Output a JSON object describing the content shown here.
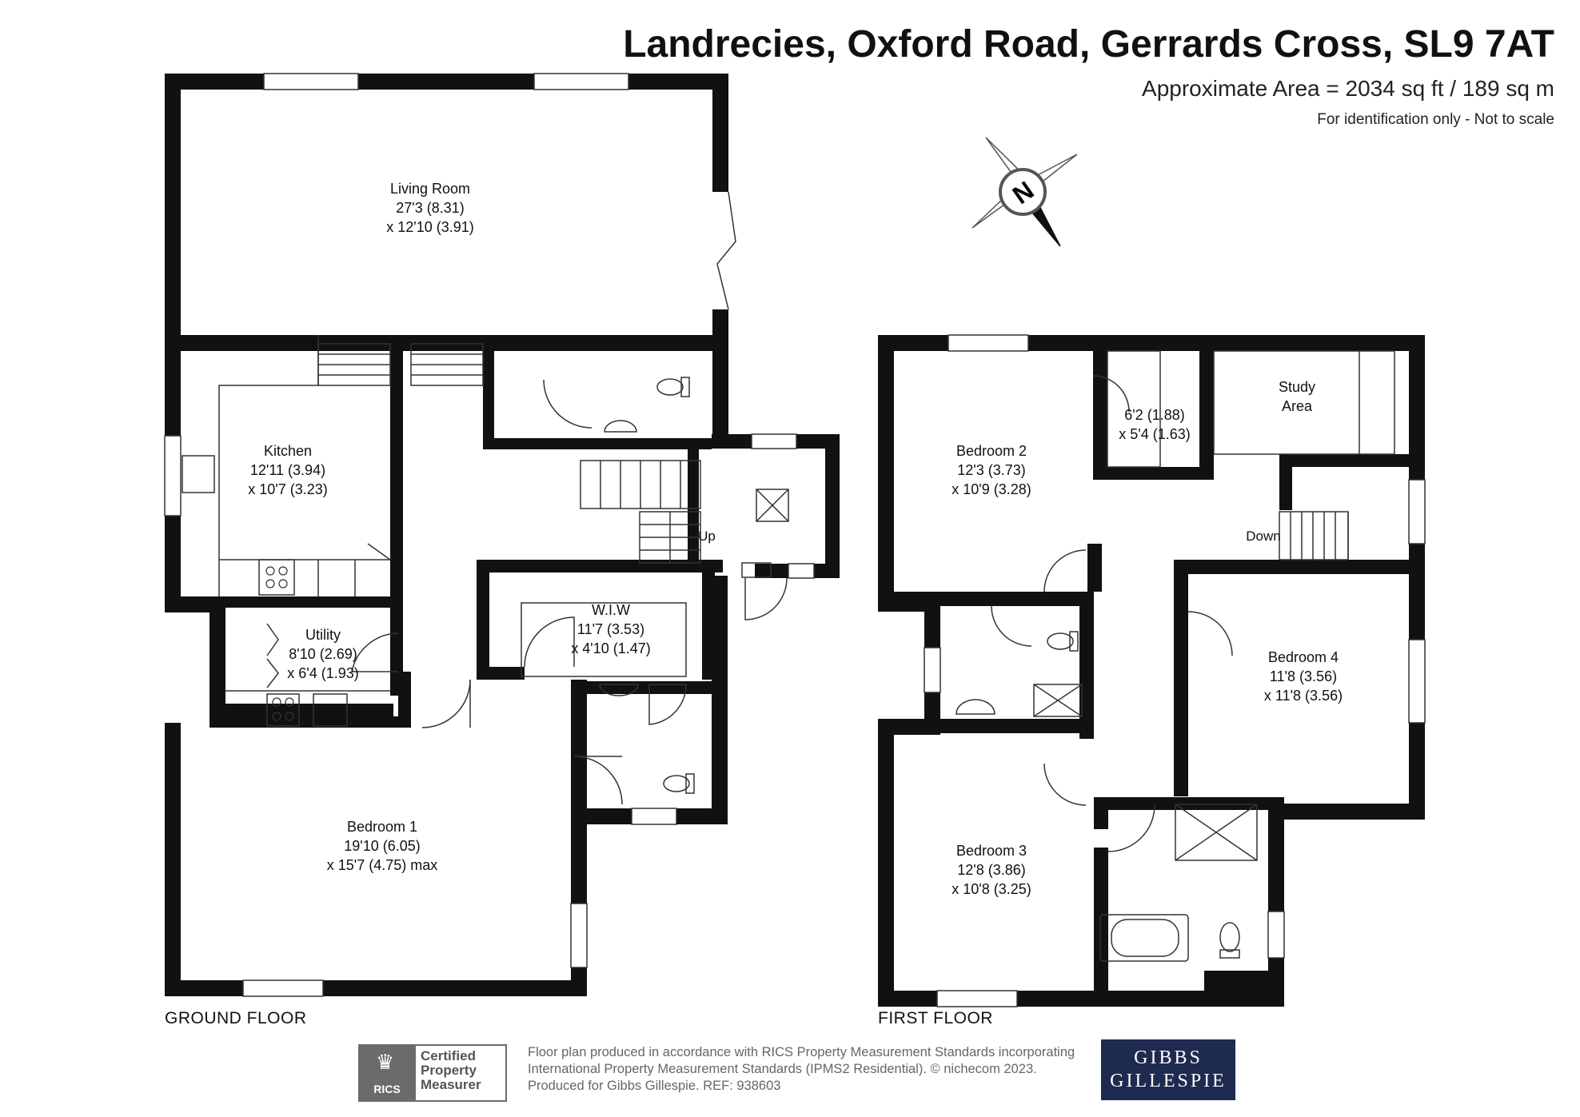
{
  "header": {
    "title": "Landrecies, Oxford Road, Gerrards Cross, SL9 7AT",
    "area": "Approximate Area = 2034 sq ft / 189 sq m",
    "disclaimer": "For identification only - Not to scale"
  },
  "compass": {
    "label": "N"
  },
  "ground_floor": {
    "label": "GROUND FLOOR",
    "rooms": {
      "living": {
        "name": "Living Room",
        "dim1": "27'3 (8.31)",
        "dim2": "x 12'10 (3.91)"
      },
      "kitchen": {
        "name": "Kitchen",
        "dim1": "12'11 (3.94)",
        "dim2": "x 10'7 (3.23)"
      },
      "utility": {
        "name": "Utility",
        "dim1": "8'10 (2.69)",
        "dim2": "x 6'4 (1.93)"
      },
      "wiw": {
        "name": "W.I.W",
        "dim1": "11'7 (3.53)",
        "dim2": "x 4'10 (1.47)"
      },
      "bedroom1": {
        "name": "Bedroom 1",
        "dim1": "19'10 (6.05)",
        "dim2": "x 15'7 (4.75) max"
      }
    },
    "stairs_label": "Up"
  },
  "first_floor": {
    "label": "FIRST FLOOR",
    "rooms": {
      "bedroom2": {
        "name": "Bedroom 2",
        "dim1": "12'3 (3.73)",
        "dim2": "x 10'9 (3.28)"
      },
      "small": {
        "dim1": "6'2 (1.88)",
        "dim2": "x 5'4 (1.63)"
      },
      "study": {
        "name1": "Study",
        "name2": "Area"
      },
      "bedroom4": {
        "name": "Bedroom 4",
        "dim1": "11'8 (3.56)",
        "dim2": "x 11'8 (3.56)"
      },
      "bedroom3": {
        "name": "Bedroom 3",
        "dim1": "12'8 (3.86)",
        "dim2": "x 10'8 (3.25)"
      }
    },
    "stairs_label": "Down"
  },
  "footer": {
    "rics_badge": "RICS",
    "certified": [
      "Certified",
      "Property",
      "Measurer"
    ],
    "note": [
      "Floor plan produced in accordance with RICS Property Measurement Standards incorporating",
      "International Property Measurement Standards (IPMS2 Residential).  © nichecom 2023.",
      "Produced for Gibbs Gillespie.   REF:  938603"
    ],
    "brand": [
      "GIBBS",
      "GILLESPIE"
    ]
  },
  "colors": {
    "wall": "#111111",
    "brand_bg": "#1e2a4f",
    "muted": "#666666"
  }
}
